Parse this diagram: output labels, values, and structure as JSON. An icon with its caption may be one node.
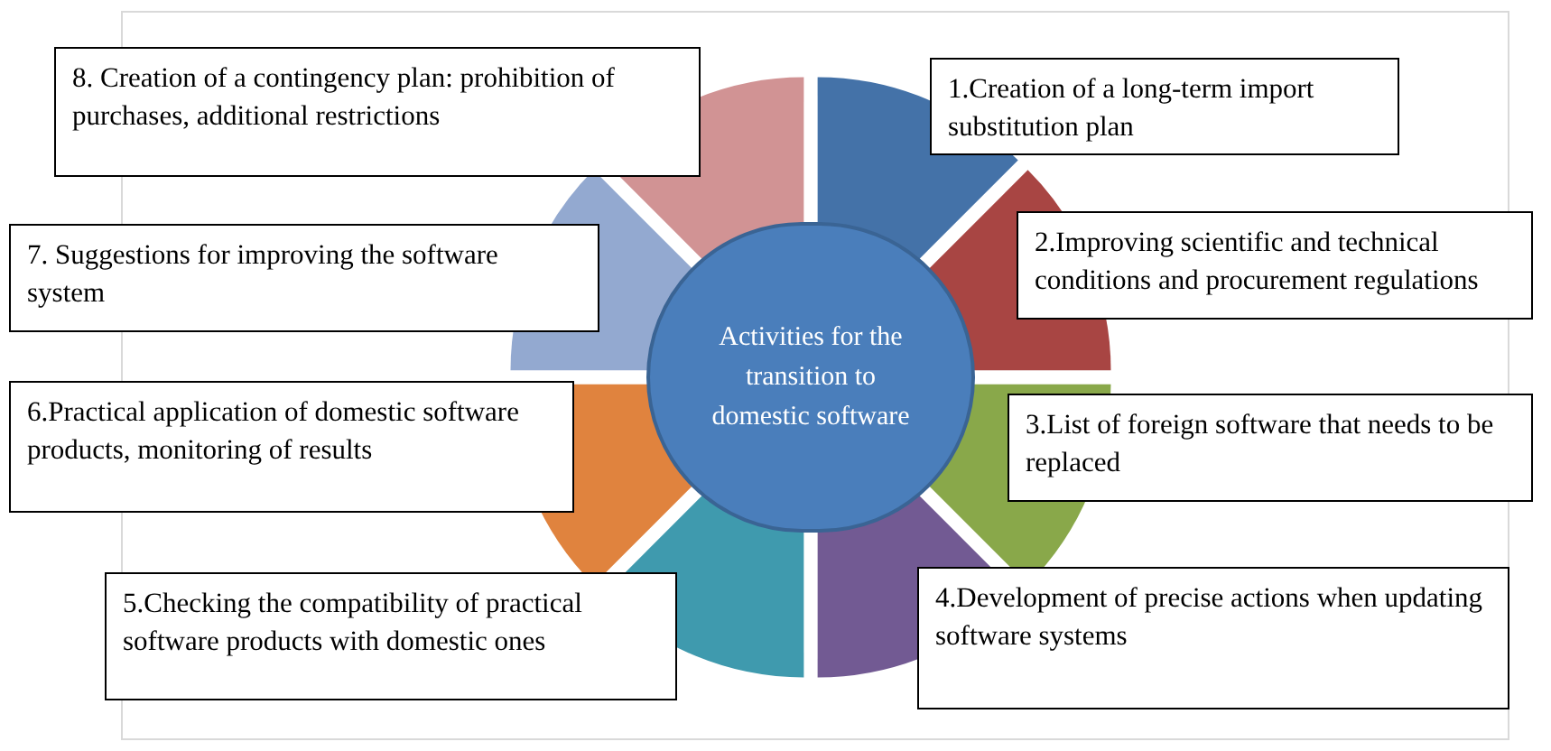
{
  "diagram": {
    "nodes": [
      {
        "text": [
          "8. Creation of a contingency plan: prohibition of purchases, additional restrictions"
        ]
      },
      {
        "text": [
          "1.Creation of a long-term import substitution plan"
        ]
      },
      {
        "text": [
          "7. Suggestions for improving the software system"
        ]
      },
      {
        "text": [
          "2.Improving scientific and technical conditions and procurement regulations"
        ]
      },
      {
        "text": [
          "Activities for the transition to domestic software"
        ]
      },
      {
        "text": [
          "6.Practical application of domestic software products, monitoring of results"
        ]
      },
      {
        "text": [
          "3.List of foreign software that needs to be replaced"
        ]
      },
      {
        "text": [
          "5.Checking the compatibility of practical software products with domestic ones"
        ]
      },
      {
        "text": [
          "4.Development of precise actions when updating software systems"
        ]
      }
    ]
  }
}
